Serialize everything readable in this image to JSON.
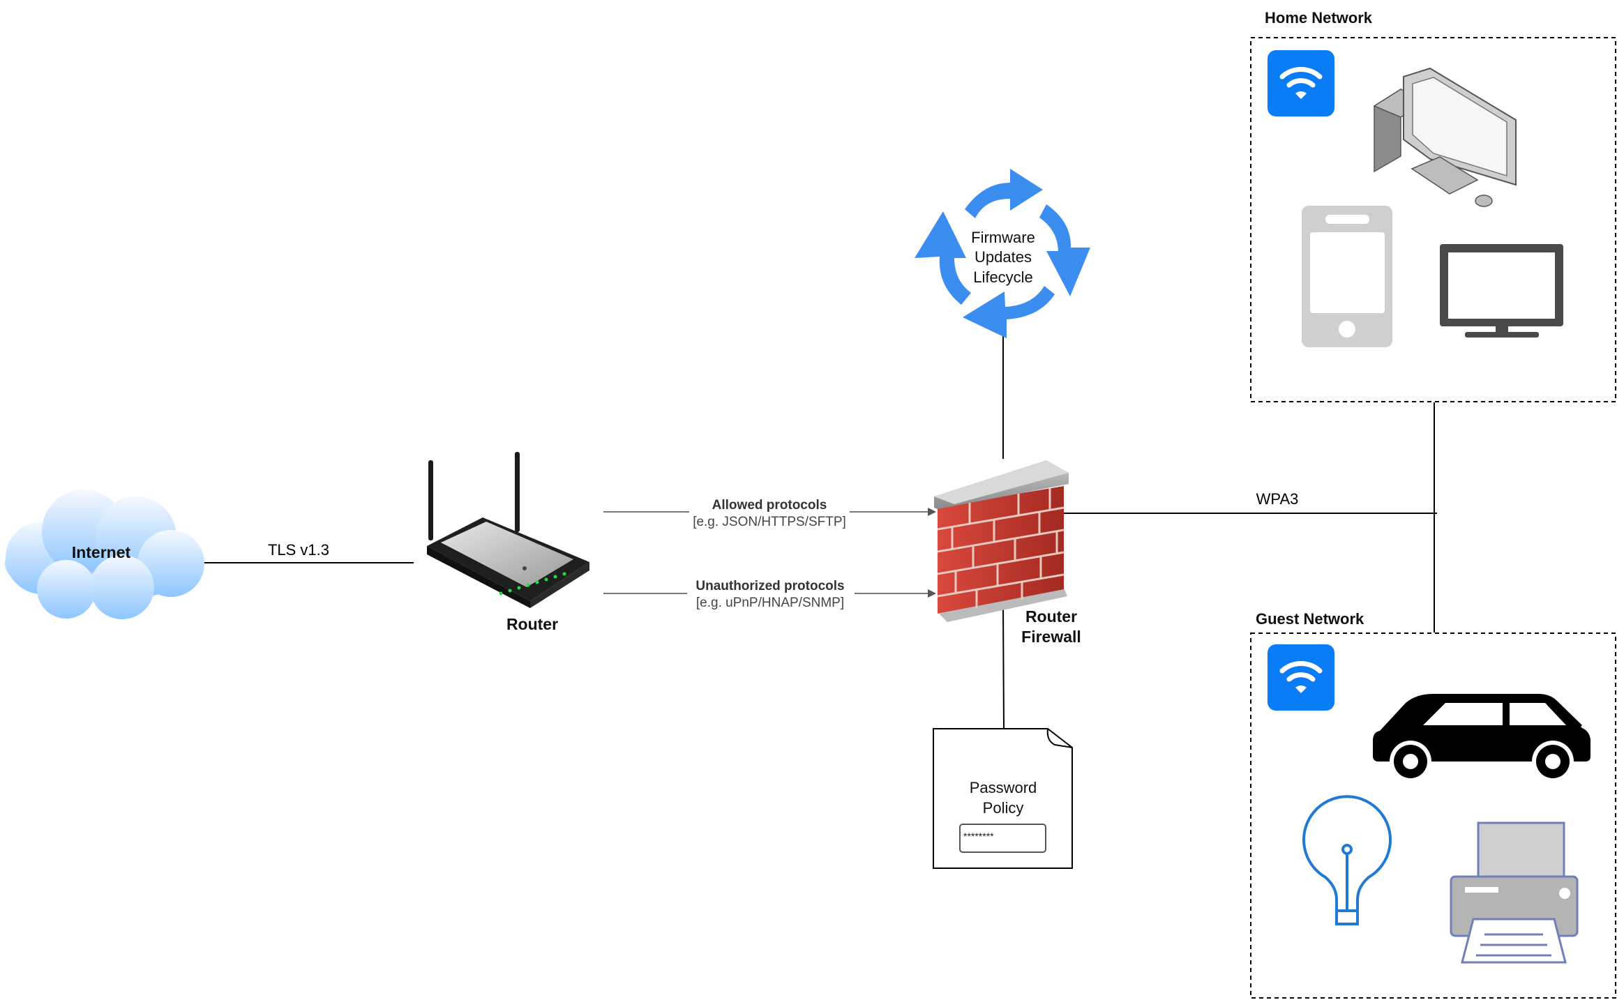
{
  "nodes": {
    "internet": {
      "label": "Internet"
    },
    "router": {
      "label": "Router"
    },
    "firewall": {
      "label_line1": "Router",
      "label_line2": "Firewall"
    },
    "firmware": {
      "line1": "Firmware",
      "line2": "Updates",
      "line3": "Lifecycle"
    },
    "password_policy": {
      "line1": "Password",
      "line2": "Policy",
      "field_value": "********"
    }
  },
  "edges": {
    "internet_router": {
      "label": "TLS v1.3"
    },
    "allowed": {
      "title": "Allowed protocols",
      "subtitle": "[e.g. JSON/HTTPS/SFTP]"
    },
    "unauthorized": {
      "title": "Unauthorized protocols",
      "subtitle": "[e.g. uPnP/HNAP/SNMP]"
    },
    "firewall_networks": {
      "label": "WPA3"
    }
  },
  "groups": {
    "home": {
      "title": "Home Network",
      "devices": [
        "wifi-icon",
        "desktop-computer-icon",
        "mobile-phone-icon",
        "monitor-icon"
      ]
    },
    "guest": {
      "title": "Guest Network",
      "devices": [
        "wifi-icon",
        "car-icon",
        "lightbulb-icon",
        "printer-icon"
      ]
    }
  },
  "colors": {
    "cloud_top": "#f4f9ff",
    "cloud_bottom": "#8ec5ff",
    "cycle_arrow": "#3b8ef0",
    "wifi_bg": "#0a7cf5",
    "brick": "#c83a30",
    "monitor": "#4a4a4a",
    "phone": "#cfcfcf",
    "bulb": "#1f7ad6",
    "printer": "#b4b4b4",
    "printer_outline": "#6f7fb8"
  }
}
